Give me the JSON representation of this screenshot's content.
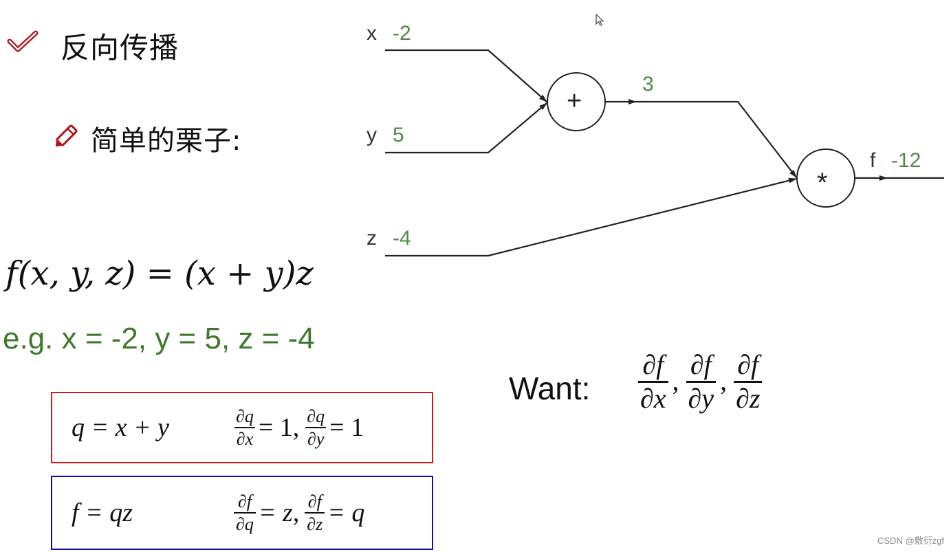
{
  "header": {
    "title": "反向传播",
    "title_icon": "checkmark-icon",
    "subtitle": "简单的栗子:",
    "subtitle_icon": "pencil-icon"
  },
  "formula": {
    "lhs": "f(x, y, z)",
    "eq": "=",
    "rhs": "(x + y)z"
  },
  "example": "e.g. x = -2, y = 5, z = -4",
  "graph": {
    "inputs": [
      {
        "label": "x",
        "value": "-2"
      },
      {
        "label": "y",
        "value": "5"
      },
      {
        "label": "z",
        "value": "-4"
      }
    ],
    "nodes": [
      {
        "op": "+",
        "output_value": "3"
      },
      {
        "op": "*",
        "output_label": "f",
        "output_value": "-12"
      }
    ],
    "colors": {
      "value": "#4e8a44",
      "line": "#222222"
    }
  },
  "boxes": [
    {
      "color": "#d01919",
      "lhs": "q = x + y",
      "d1_num": "∂q",
      "d1_den": "∂x",
      "d1_val": "= 1,",
      "d2_num": "∂q",
      "d2_den": "∂y",
      "d2_val": "= 1"
    },
    {
      "color": "#1010a0",
      "lhs": "f = qz",
      "d1_num": "∂f",
      "d1_den": "∂q",
      "d1_val": "= z,",
      "d2_num": "∂f",
      "d2_den": "∂z",
      "d2_val": "= q"
    }
  ],
  "want": {
    "label": "Want:",
    "fracs": [
      {
        "num": "∂f",
        "den": "∂x"
      },
      {
        "num": "∂f",
        "den": "∂y"
      },
      {
        "num": "∂f",
        "den": "∂z"
      }
    ],
    "separator": ","
  },
  "watermark": "CSDN @敷衍zgf"
}
